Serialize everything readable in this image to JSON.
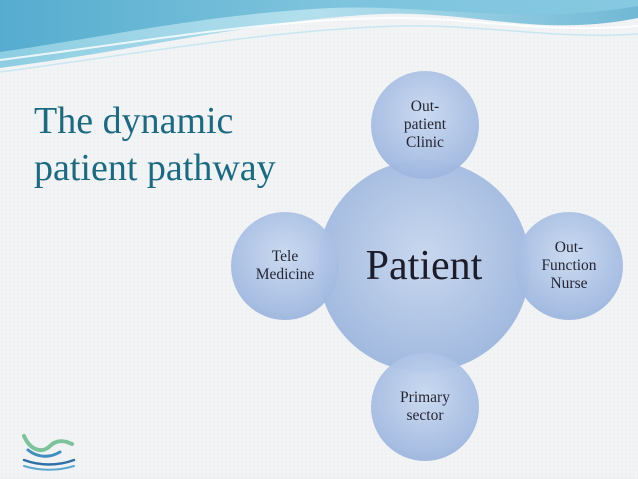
{
  "title": {
    "line1": "The dynamic",
    "line2": "patient pathway"
  },
  "diagram": {
    "center": "Patient",
    "nodes": {
      "top": "Out-\npatient\nClinic",
      "right": "Out-\nFunction\nNurse",
      "bottom": "Primary\nsector",
      "left": "Tele\nMedicine"
    }
  },
  "colors": {
    "title": "#1a6a82",
    "center_circle": "#abc1e3",
    "satellite_circle": "#a6bde3",
    "wave": "#5fb6d4"
  },
  "icons": {
    "logo": "wave-logo-icon"
  }
}
